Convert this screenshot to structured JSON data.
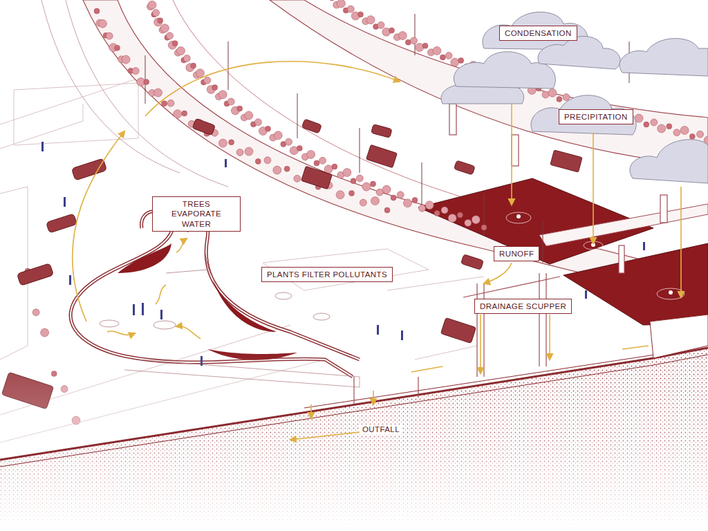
{
  "diagram": {
    "nodes": [
      {
        "text": [
          "CONDENSATION"
        ]
      },
      {
        "text": [
          "PRECIPITATION"
        ]
      },
      {
        "text": [
          "TREES EVAPORATE WATER"
        ]
      },
      {
        "text": [
          "PLANTS FILTER POLLUTANTS"
        ]
      },
      {
        "text": [
          "RUNOFF"
        ]
      },
      {
        "text": [
          "DRAINAGE SCUPPER"
        ]
      }
    ],
    "labels": [
      "OUTFALL"
    ]
  }
}
